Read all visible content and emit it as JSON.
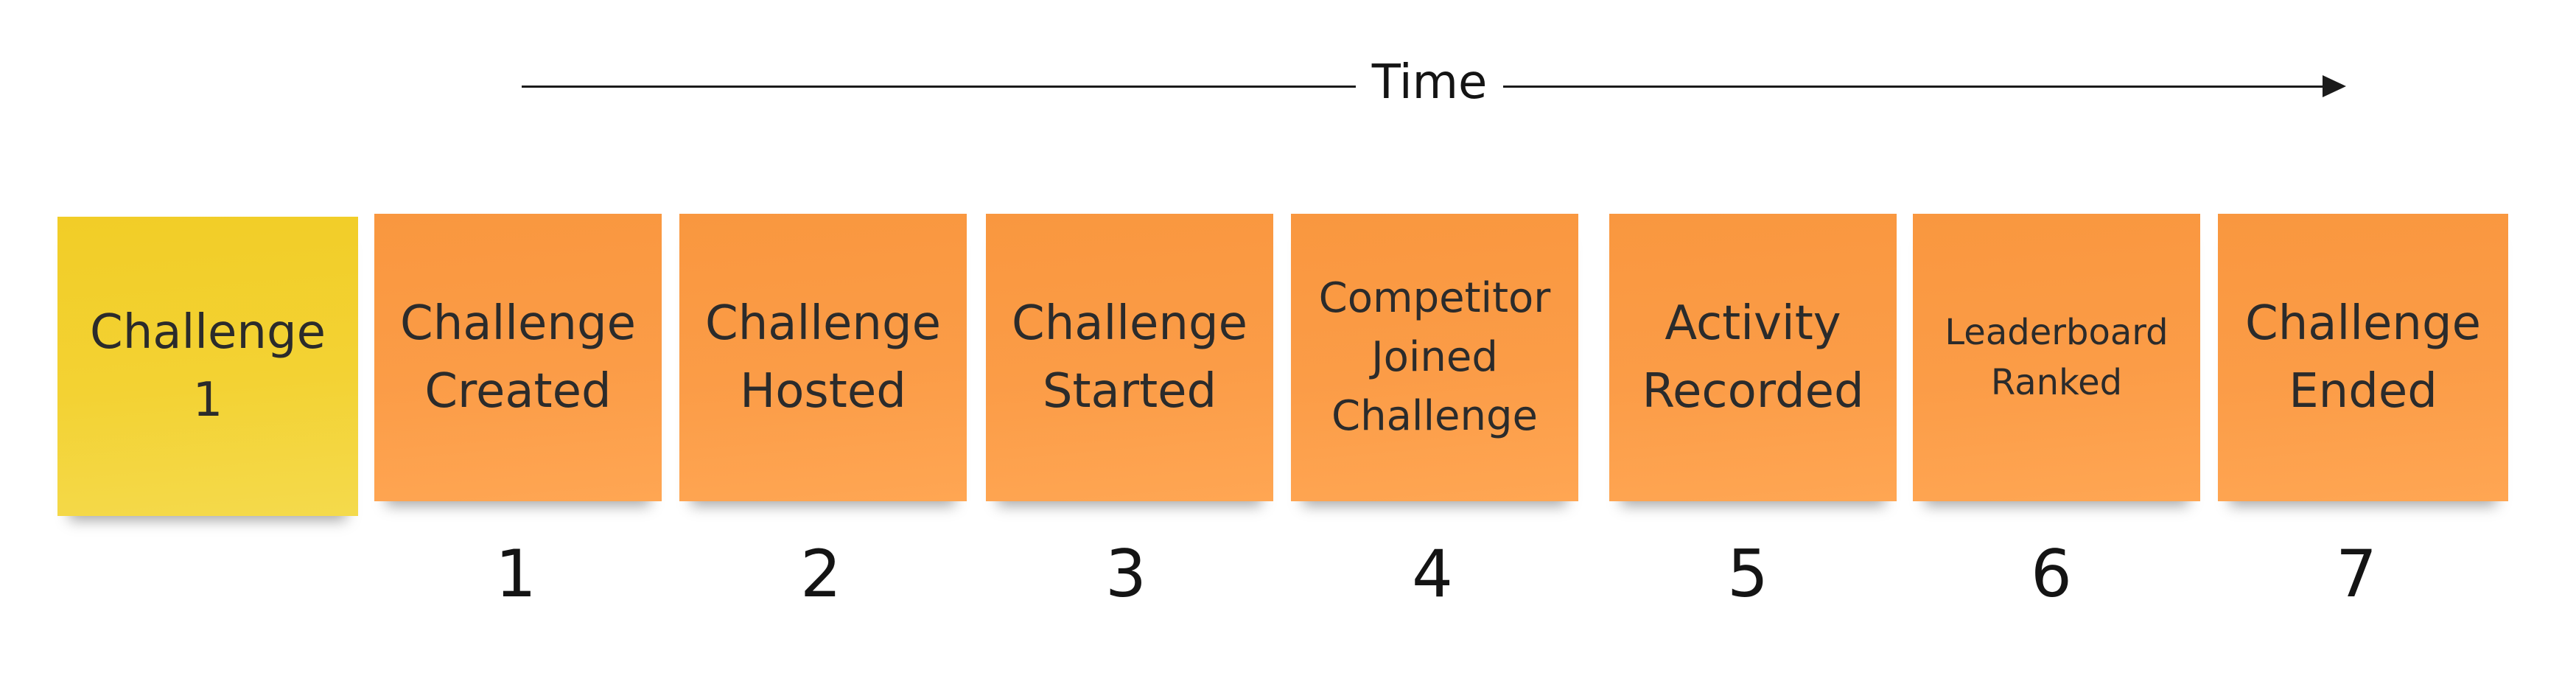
{
  "timeline": {
    "label": "Time"
  },
  "aggregate": {
    "label": "Challenge\n1",
    "color": "#f3d233"
  },
  "events": [
    {
      "label": "Challenge\nCreated",
      "number": "1"
    },
    {
      "label": "Challenge\nHosted",
      "number": "2"
    },
    {
      "label": "Challenge\nStarted",
      "number": "3"
    },
    {
      "label": "Competitor\nJoined\nChallenge",
      "number": "4"
    },
    {
      "label": "Activity\nRecorded",
      "number": "5"
    },
    {
      "label": "Leaderboard\nRanked",
      "number": "6"
    },
    {
      "label": "Challenge\nEnded",
      "number": "7"
    }
  ],
  "colors": {
    "event_note": "#fb9c47",
    "aggregate_note": "#f3d233",
    "text": "#2b2b2b"
  }
}
